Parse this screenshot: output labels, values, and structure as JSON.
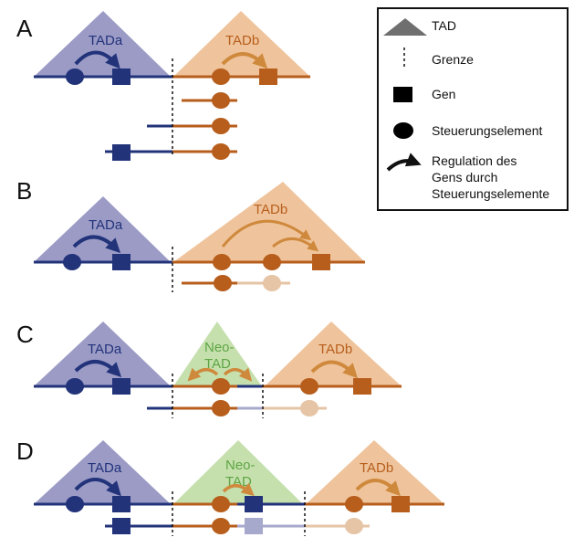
{
  "colors": {
    "blue": "#22337a",
    "blue_fill": "#9b9bc6",
    "blue_faint": "#a6a9cc",
    "orange": "#b75e1c",
    "orange_fill": "#efc49c",
    "orange_faint": "#e6c4a6",
    "orange_arrow": "#cf893c",
    "green_fill": "#c5e0ad",
    "green_text": "#5ea545",
    "legend_fill": "#000000",
    "legend_triangle": "#6f6f6f"
  },
  "panels": {
    "A": {
      "label": "A",
      "tad_a": "TADa",
      "tad_b": "TADb"
    },
    "B": {
      "label": "B",
      "tad_a": "TADa",
      "tad_b": "TADb"
    },
    "C": {
      "label": "C",
      "tad_a": "TADa",
      "neo_line1": "Neo-",
      "neo_line2": "TAD",
      "tad_b": "TADb"
    },
    "D": {
      "label": "D",
      "tad_a": "TADa",
      "neo_line1": "Neo-",
      "neo_line2": "TAD",
      "tad_b": "TADb"
    }
  },
  "legend": {
    "items": [
      {
        "icon": "triangle-icon",
        "label": "TAD"
      },
      {
        "icon": "dotted-line-icon",
        "label": "Grenze"
      },
      {
        "icon": "square-icon",
        "label": "Gen"
      },
      {
        "icon": "circle-icon",
        "label": "Steuerungselement"
      },
      {
        "icon": "curved-arrow-icon",
        "label_lines": [
          "Regulation des",
          "Gens durch",
          "Steuerungselemente"
        ]
      }
    ]
  }
}
